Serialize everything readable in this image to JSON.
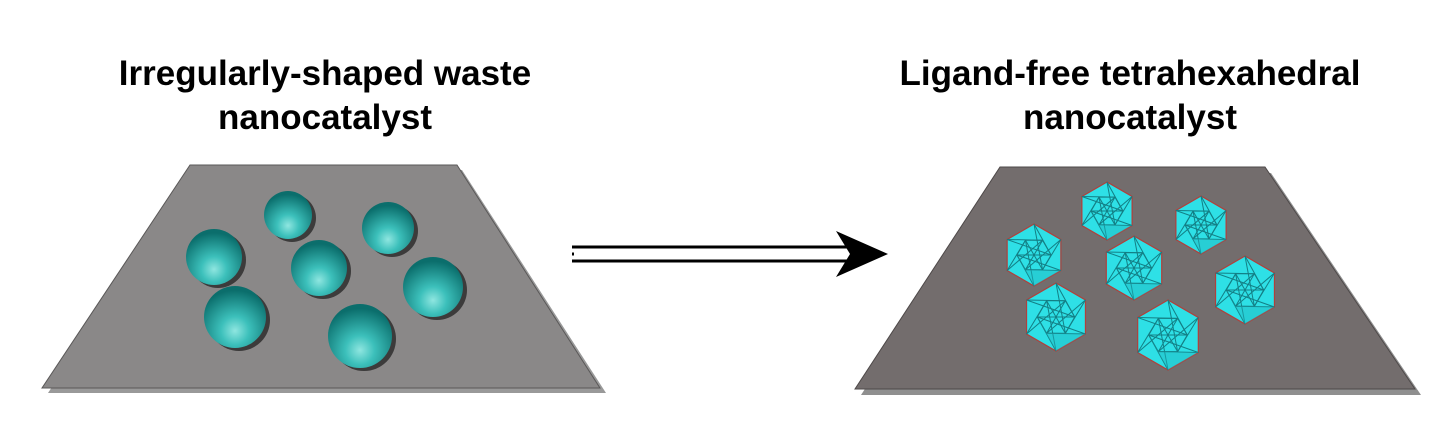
{
  "left_panel": {
    "title_line1": "Irregularly-shaped waste",
    "title_line2": "nanocatalyst",
    "surface_color": "#8a8888",
    "particle_color": "#1aa39f",
    "particle_shape": "sphere",
    "particle_count": 7
  },
  "arrow": {
    "direction": "right",
    "style": "double-line",
    "color": "#000000"
  },
  "right_panel": {
    "title_line1": "Ligand-free tetrahexahedral",
    "title_line2": "nanocatalyst",
    "surface_color": "#736d6d",
    "particle_color": "#2ee0e6",
    "particle_shape": "tetrahexahedron",
    "particle_count": 7
  }
}
